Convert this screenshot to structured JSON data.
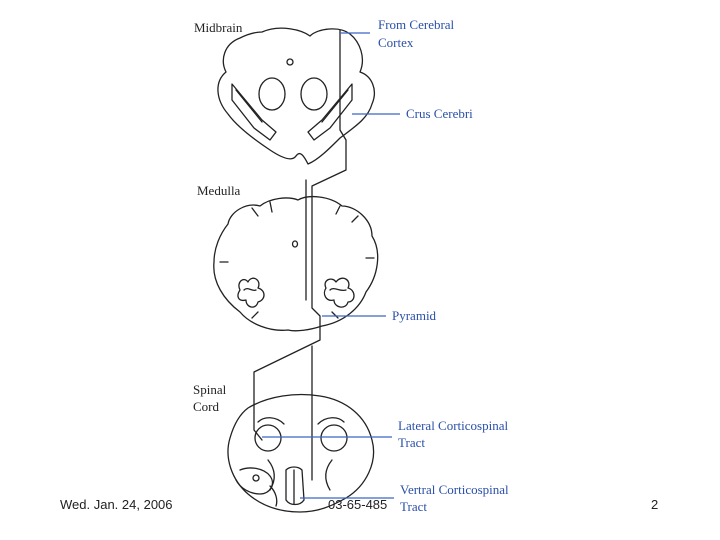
{
  "slide": {
    "region_labels": {
      "midbrain": "Midbrain",
      "medulla": "Medulla",
      "spinal_cord_line1": "Spinal",
      "spinal_cord_line2": "Cord"
    },
    "callouts": {
      "cerebral_cortex_line1": "From Cerebral",
      "cerebral_cortex_line2": "Cortex",
      "crus_cerebri": "Crus Cerebri",
      "pyramid": "Pyramid",
      "lateral_line1": "Lateral Corticospinal",
      "lateral_line2": "Tract",
      "ventral_line1": "Vertral Corticospinal",
      "ventral_line2": "Tract"
    },
    "footer": {
      "date": "Wed. Jan. 24, 2006",
      "course": "03-65-485",
      "page": "2"
    },
    "colors": {
      "callout_text": "#2a4fa8",
      "callout_line": "#3a66c4",
      "outline": "#222222"
    }
  }
}
